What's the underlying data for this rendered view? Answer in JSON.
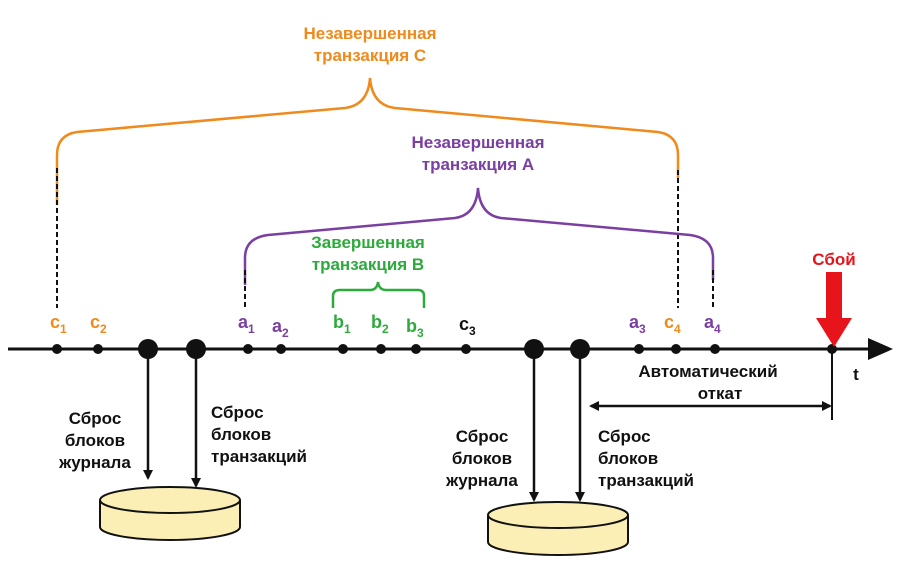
{
  "diagram": {
    "colors": {
      "orange": "#f08a1c",
      "purple": "#7b3fa2",
      "green": "#2cab3c",
      "red": "#e8141c",
      "black": "#111111",
      "disk_fill": "#fbefb5"
    },
    "brackets": {
      "c": {
        "line1": "Незавершенная",
        "line2": "транзакция C"
      },
      "a": {
        "line1": "Незавершенная",
        "line2": "транзакция A"
      },
      "b": {
        "line1": "Завершенная",
        "line2": "транзакция B"
      }
    },
    "events": [
      {
        "base": "c",
        "sub": "1",
        "color": "orange"
      },
      {
        "base": "c",
        "sub": "2",
        "color": "orange"
      },
      {
        "base": "a",
        "sub": "1",
        "color": "purple"
      },
      {
        "base": "a",
        "sub": "2",
        "color": "purple"
      },
      {
        "base": "b",
        "sub": "1",
        "color": "green"
      },
      {
        "base": "b",
        "sub": "2",
        "color": "green"
      },
      {
        "base": "b",
        "sub": "3",
        "color": "green"
      },
      {
        "base": "c",
        "sub": "3",
        "color": "black"
      },
      {
        "base": "a",
        "sub": "3",
        "color": "purple"
      },
      {
        "base": "c",
        "sub": "4",
        "color": "orange"
      },
      {
        "base": "a",
        "sub": "4",
        "color": "purple"
      }
    ],
    "flush": {
      "log1": {
        "line1": "Сброс",
        "line2": "блоков",
        "line3": "журнала"
      },
      "tx1": {
        "line1": "Сброс",
        "line2": "блоков",
        "line3": "транзакций"
      },
      "log2": {
        "line1": "Сброс",
        "line2": "блоков",
        "line3": "журнала"
      },
      "tx2": {
        "line1": "Сброс",
        "line2": "блоков",
        "line3": "транзакций"
      }
    },
    "rollback": {
      "line1": "Автоматический",
      "line2": "откат"
    },
    "failure_label": "Сбой",
    "time_label": "t"
  }
}
